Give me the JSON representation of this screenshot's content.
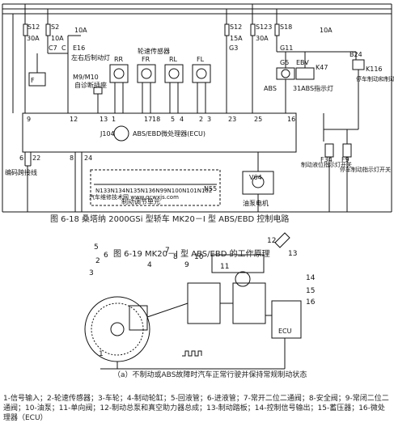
{
  "top_circuit": {
    "fuses": [
      {
        "id": "S12",
        "rating": "30A"
      },
      {
        "id": "S2",
        "rating": "10A"
      },
      {
        "id": "S12b",
        "label": "S12",
        "rating": "15A"
      },
      {
        "id": "S123",
        "rating": "30A"
      },
      {
        "id": "S18",
        "rating": "10A"
      }
    ],
    "connectors": [
      "C7",
      "C",
      "E16",
      "M9/M10",
      "G3",
      "G11",
      "G5",
      "EBV"
    ],
    "diag_socket": "左右后制动灯",
    "self_diag": "自诊断插座",
    "wheel_sensors_title": "轮速传感器",
    "wheel_sensors": [
      "RR",
      "FR",
      "RL",
      "FL"
    ],
    "fuse_rating_10a": "10A",
    "lamps": {
      "abs": "ABS",
      "k47": "K47",
      "k47_note": "31ABS指示灯",
      "b24": "B24",
      "k116": "K116",
      "k116_note": "停车制动和制动液位指示灯"
    },
    "ecu_label": "J104",
    "ecu_title": "ABS/EBD微处理器(ECU)",
    "pin_numbers_top": [
      "9",
      "12",
      "13",
      "1",
      "17",
      "18",
      "5",
      "4",
      "2",
      "3",
      "23",
      "25",
      "16"
    ],
    "pin_numbers_bottom": [
      "6",
      "22",
      "8",
      "24"
    ],
    "coding_link": "编码跨接线",
    "valve_block": "N133N134N135N136N99N100N101N102",
    "valve_unit": "N55",
    "valve_unit_label": "制动调节单元",
    "pump": "V64",
    "pump_label": "油泵电机",
    "switch_f34": "F34",
    "switch_f9": "F9",
    "brake_level_switch": "制动液位指示灯开关",
    "park_switch": "停车制动指示灯开关",
    "watermark": "汽车维修技术网 www.qcwxjs.com",
    "left_component": "F"
  },
  "captions": {
    "fig618": "图 6-18   桑塔纳 2000GSi 型轿车 MK20－I 型 ABS/EBD 控制电路",
    "fig619": "图 6-19   MK20－I 型 ABS/EBD 的工作原理",
    "sub_a": "（a）不制动或ABS故障时汽车正常行驶并保持常规制动状态"
  },
  "principle_diagram": {
    "numbers": [
      "1",
      "2",
      "3",
      "4",
      "5",
      "6",
      "7",
      "8",
      "9",
      "10",
      "11",
      "12",
      "13",
      "14",
      "15",
      "16"
    ],
    "ecu": "ECU"
  },
  "legend": "1-信号输入；2-轮速传感器；3-车轮；4-制动轮缸；5-回液管；6-进液管；7-常开二位二通阀；8-安全阀；9-常闭二位二通阀；10-油泵；11-单向阀；12-制动总泵和真空助力器总成；13-制动踏板；14-控制信号输出；15-蓄压器；16-微处理器（ECU）"
}
